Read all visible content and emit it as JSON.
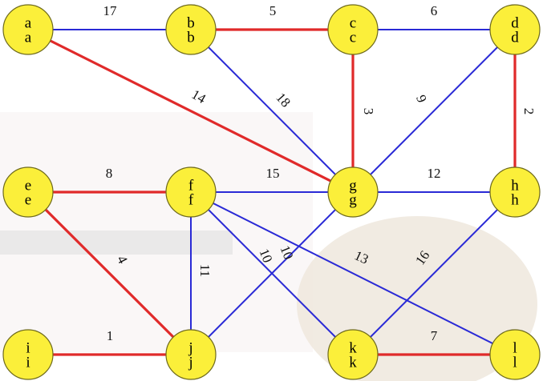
{
  "nodes": [
    {
      "id": "a",
      "top": "a",
      "bottom": "a"
    },
    {
      "id": "b",
      "top": "b",
      "bottom": "b"
    },
    {
      "id": "c",
      "top": "c",
      "bottom": "c"
    },
    {
      "id": "d",
      "top": "d",
      "bottom": "d"
    },
    {
      "id": "e",
      "top": "e",
      "bottom": "e"
    },
    {
      "id": "f",
      "top": "f",
      "bottom": "f"
    },
    {
      "id": "g",
      "top": "g",
      "bottom": "g"
    },
    {
      "id": "h",
      "top": "h",
      "bottom": "h"
    },
    {
      "id": "i",
      "top": "i",
      "bottom": "i"
    },
    {
      "id": "j",
      "top": "j",
      "bottom": "j"
    },
    {
      "id": "k",
      "top": "k",
      "bottom": "k"
    },
    {
      "id": "l",
      "top": "l",
      "bottom": "l"
    }
  ],
  "edges": [
    {
      "from": "a",
      "to": "b",
      "weight": "17",
      "in_tree": false
    },
    {
      "from": "b",
      "to": "c",
      "weight": "5",
      "in_tree": true
    },
    {
      "from": "c",
      "to": "d",
      "weight": "6",
      "in_tree": false
    },
    {
      "from": "a",
      "to": "g",
      "weight": "14",
      "in_tree": true
    },
    {
      "from": "b",
      "to": "g",
      "weight": "18",
      "in_tree": false
    },
    {
      "from": "c",
      "to": "g",
      "weight": "3",
      "in_tree": true
    },
    {
      "from": "d",
      "to": "g",
      "weight": "9",
      "in_tree": false
    },
    {
      "from": "d",
      "to": "h",
      "weight": "2",
      "in_tree": true
    },
    {
      "from": "e",
      "to": "f",
      "weight": "8",
      "in_tree": true
    },
    {
      "from": "f",
      "to": "g",
      "weight": "15",
      "in_tree": false
    },
    {
      "from": "g",
      "to": "h",
      "weight": "12",
      "in_tree": false
    },
    {
      "from": "e",
      "to": "j",
      "weight": "4",
      "in_tree": true
    },
    {
      "from": "f",
      "to": "j",
      "weight": "11",
      "in_tree": false
    },
    {
      "from": "f",
      "to": "k",
      "weight": "10",
      "in_tree": false
    },
    {
      "from": "g",
      "to": "j",
      "weight": "10",
      "in_tree": false
    },
    {
      "from": "f",
      "to": "l",
      "weight": "13",
      "in_tree": false
    },
    {
      "from": "h",
      "to": "k",
      "weight": "16",
      "in_tree": false
    },
    {
      "from": "i",
      "to": "j",
      "weight": "1",
      "in_tree": true
    },
    {
      "from": "k",
      "to": "l",
      "weight": "7",
      "in_tree": true
    }
  ],
  "colors": {
    "node_fill": "#fbef3a",
    "node_stroke": "#6e6a1c",
    "tree_edge": "#e02a2a",
    "other_edge": "#2a2ad6",
    "background": "#ffffff",
    "overlay_photo": "#e6dfd6"
  }
}
